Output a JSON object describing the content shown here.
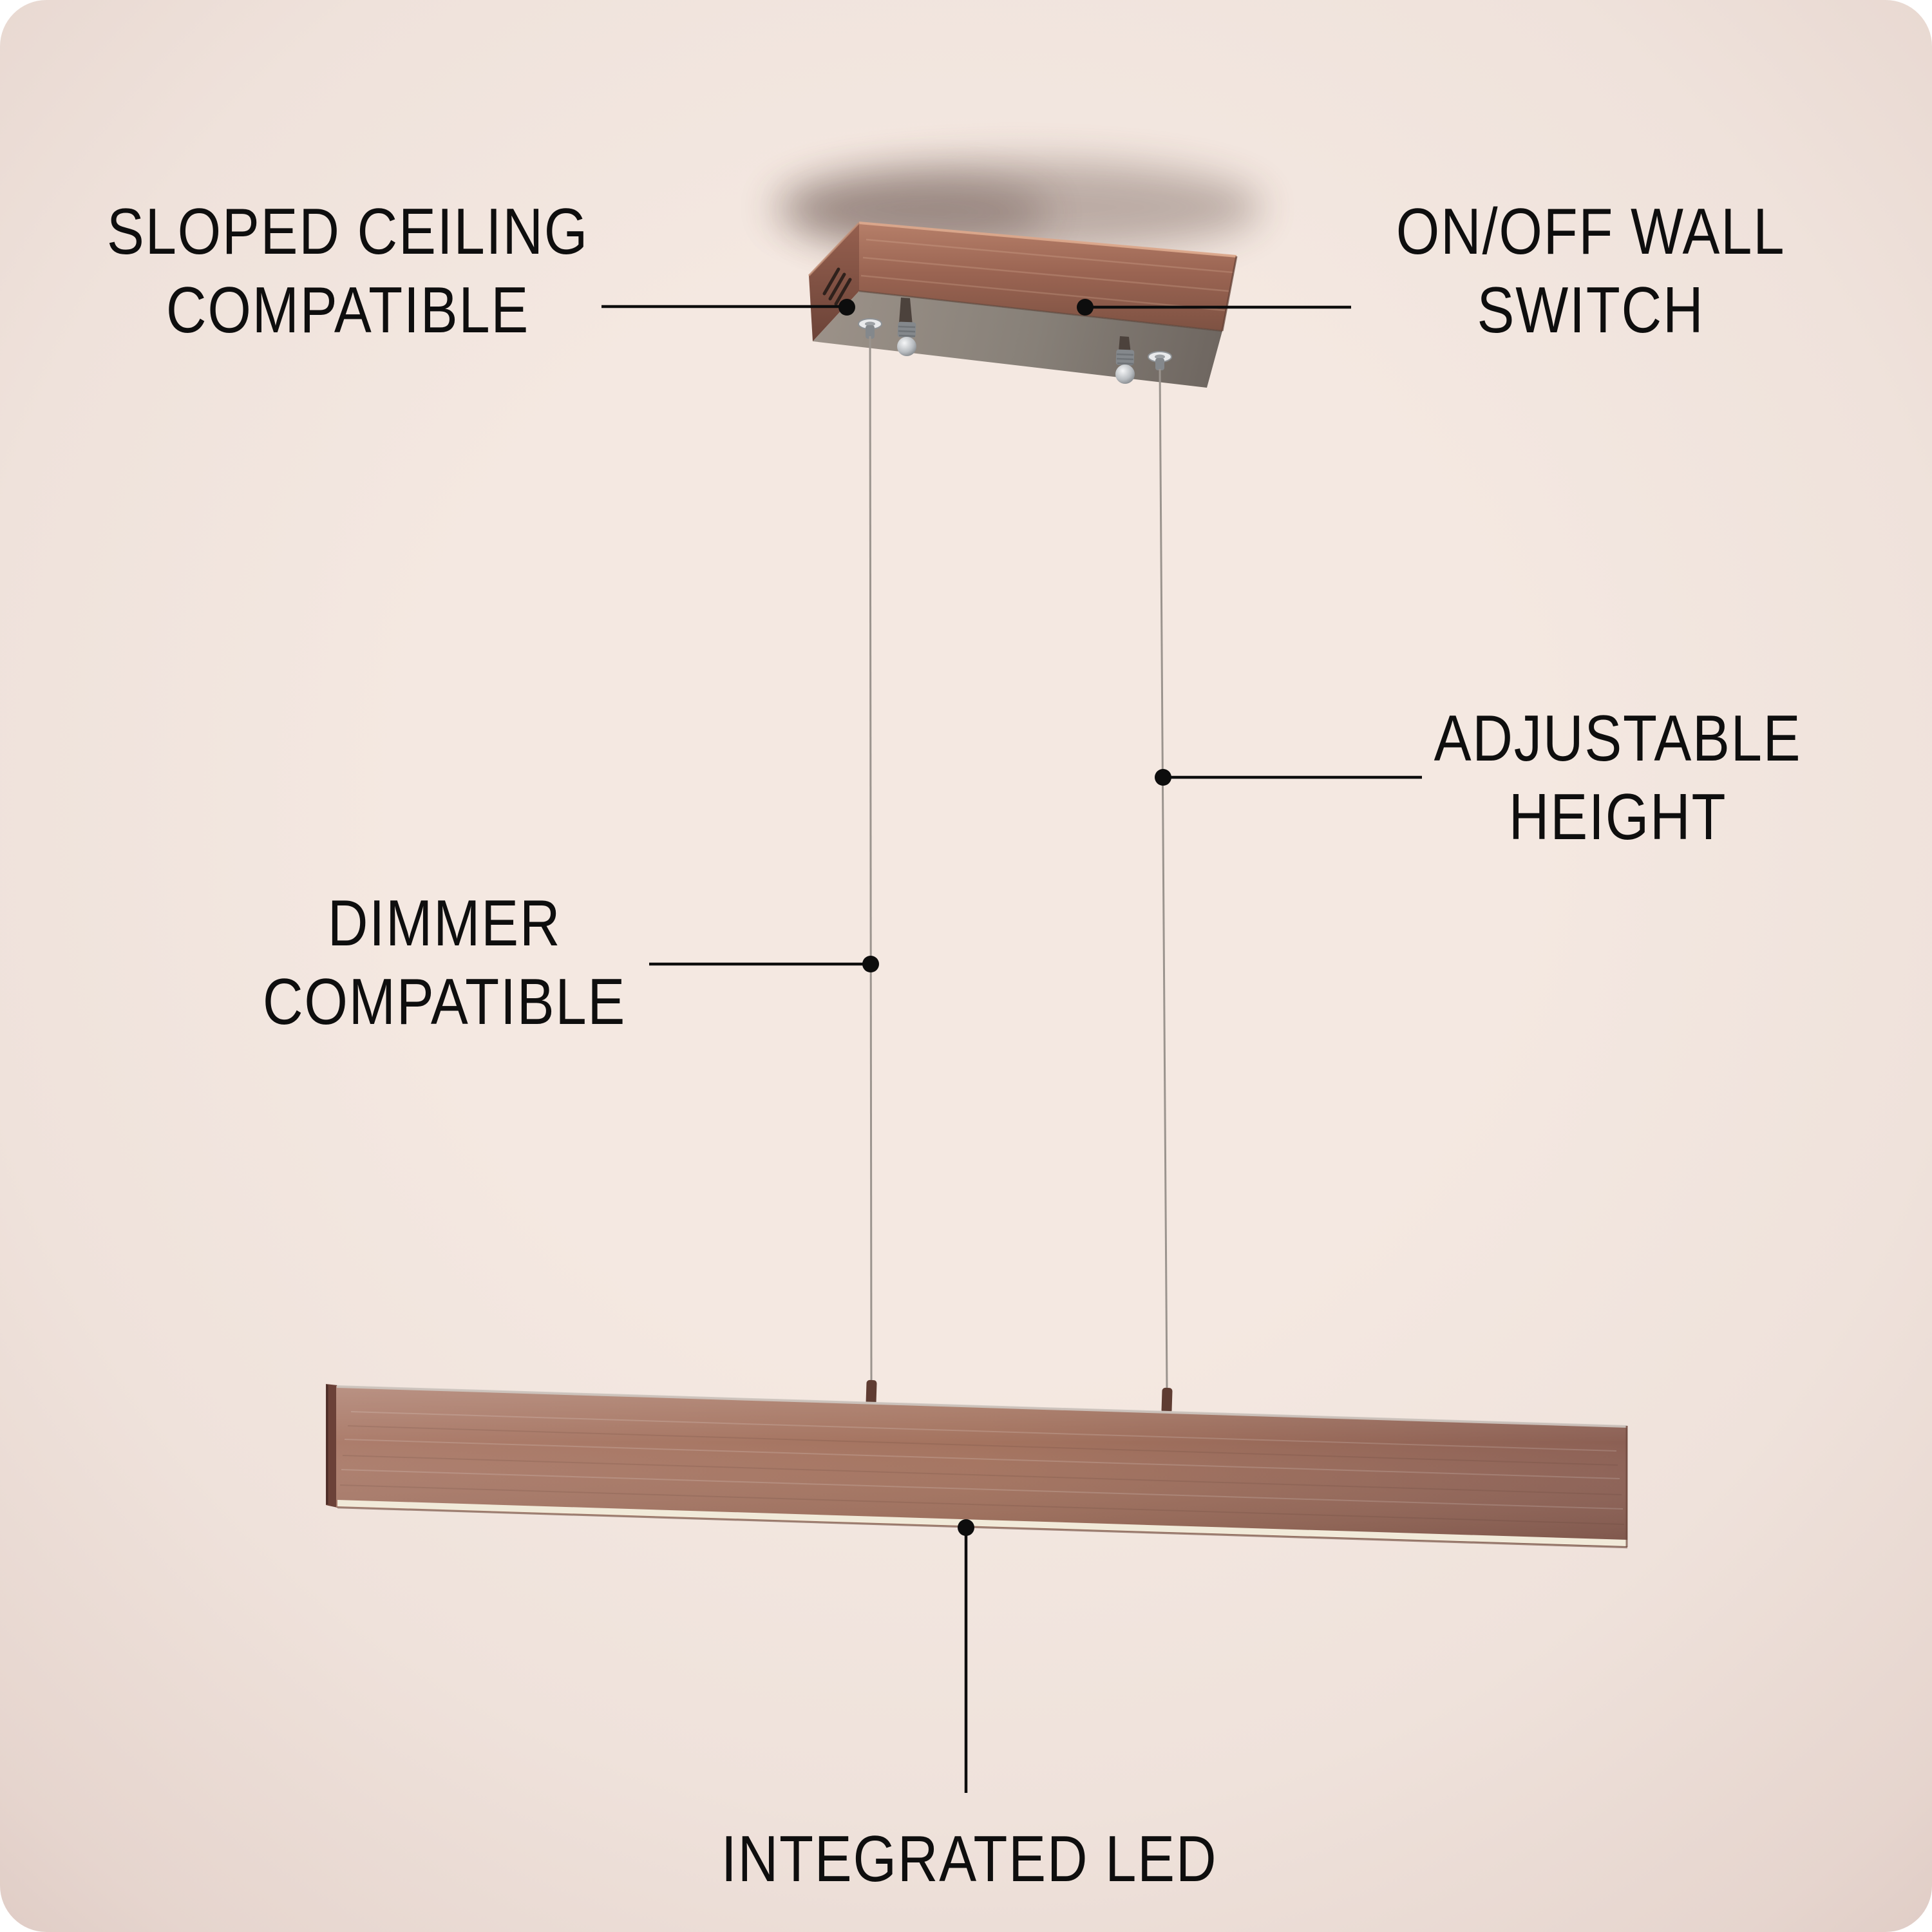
{
  "image": {
    "type": "product feature infographic",
    "subject": "copper linear LED pendant light"
  },
  "palette": {
    "background_center": "#f4e8e1",
    "background_edge": "#e0cdc6",
    "text": "#0e0e0e",
    "callout_line": "#0d0d0d",
    "copper_highlight": "#dca88c",
    "copper_light": "#b67f69",
    "copper_mid": "#9a6452",
    "copper_dark": "#7b5041",
    "canopy_underside": "#8d8279",
    "bar_copper_left": "#ac7d6c",
    "bar_copper_right": "#8c6054",
    "bar_end_cap": "#6b4138",
    "diffuser_strip": "#f1ead9",
    "cable": "#9b948e",
    "chrome": "#d7dadd"
  },
  "callouts": [
    {
      "id": "sloped-ceiling-compatible",
      "lines": [
        "SLOPED CEILING",
        "COMPATIBLE"
      ]
    },
    {
      "id": "on-off-wall-switch",
      "lines": [
        "ON/OFF WALL",
        "SWITCH"
      ]
    },
    {
      "id": "adjustable-height",
      "lines": [
        "ADJUSTABLE",
        "HEIGHT"
      ]
    },
    {
      "id": "dimmer-compatible",
      "lines": [
        "DIMMER",
        "COMPATIBLE"
      ]
    },
    {
      "id": "integrated-led",
      "lines": [
        "INTEGRATED LED"
      ]
    }
  ],
  "product_parts": {
    "canopy": "ceiling canopy",
    "cables": "suspension cables",
    "bar": "linear LED light bar",
    "diffuser": "LED diffuser strip"
  }
}
